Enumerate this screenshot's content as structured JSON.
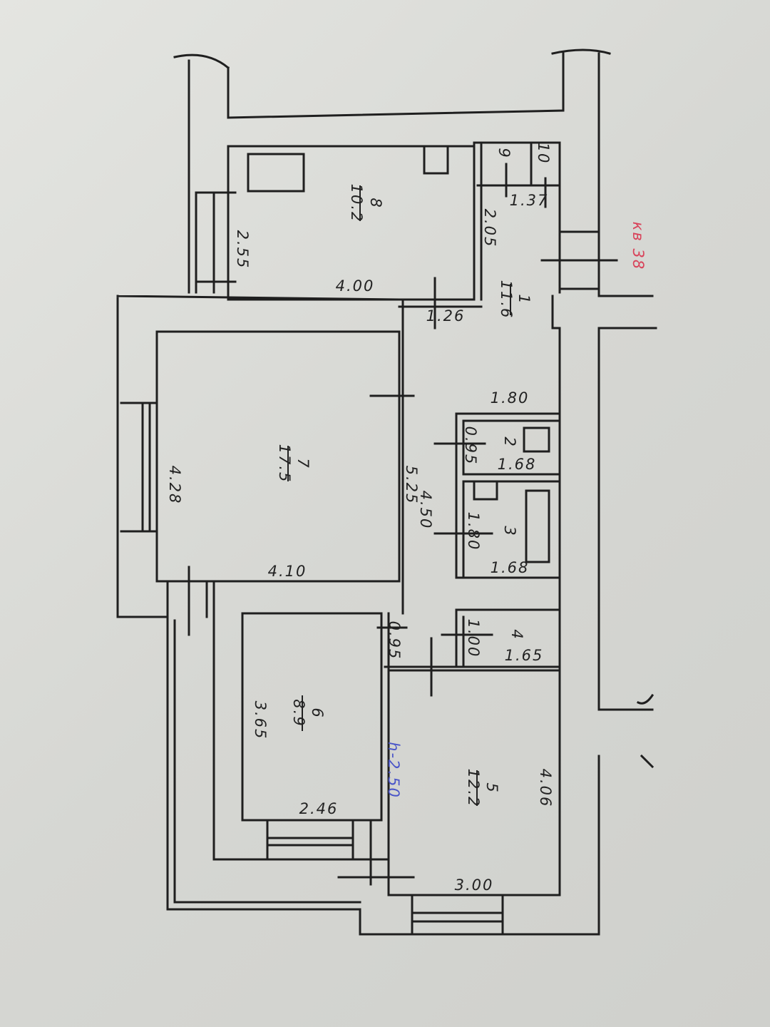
{
  "title": "кв 38",
  "ceiling_height": "h-2.50",
  "colors": {
    "walls": "#1f1f1f",
    "apartment_label": "#d8435a",
    "height_label": "#4a55c8"
  },
  "rooms": [
    {
      "number": "1",
      "area": "11.6"
    },
    {
      "number": "2",
      "area": ""
    },
    {
      "number": "3",
      "area": ""
    },
    {
      "number": "4",
      "area": ""
    },
    {
      "number": "5",
      "area": "12.2"
    },
    {
      "number": "6",
      "area": "8.9"
    },
    {
      "number": "7",
      "area": "17.5"
    },
    {
      "number": "8",
      "area": "10.2"
    },
    {
      "number": "9",
      "area": ""
    },
    {
      "number": "10",
      "area": ""
    }
  ],
  "dimensions": {
    "kitchen_width": "2.55",
    "kitchen_length": "4.00",
    "hall_2_05": "2.05",
    "closet_1_37": "1.37",
    "hall_1_26": "1.26",
    "bath2_top": "1.80",
    "bath2_side": "0.95",
    "bath2_len": "1.68",
    "corridor_4_50": "4.50",
    "bath3_side": "1.80",
    "bath3_len": "1.68",
    "room7_width": "4.28",
    "room7_side": "5.25",
    "room7_len": "4.10",
    "door_0_95": "0.95",
    "room4_side": "1.00",
    "room4_len": "1.65",
    "room6_side": "3.65",
    "room6_len": "2.46",
    "room5_side": "4.06",
    "room5_len": "3.00"
  }
}
